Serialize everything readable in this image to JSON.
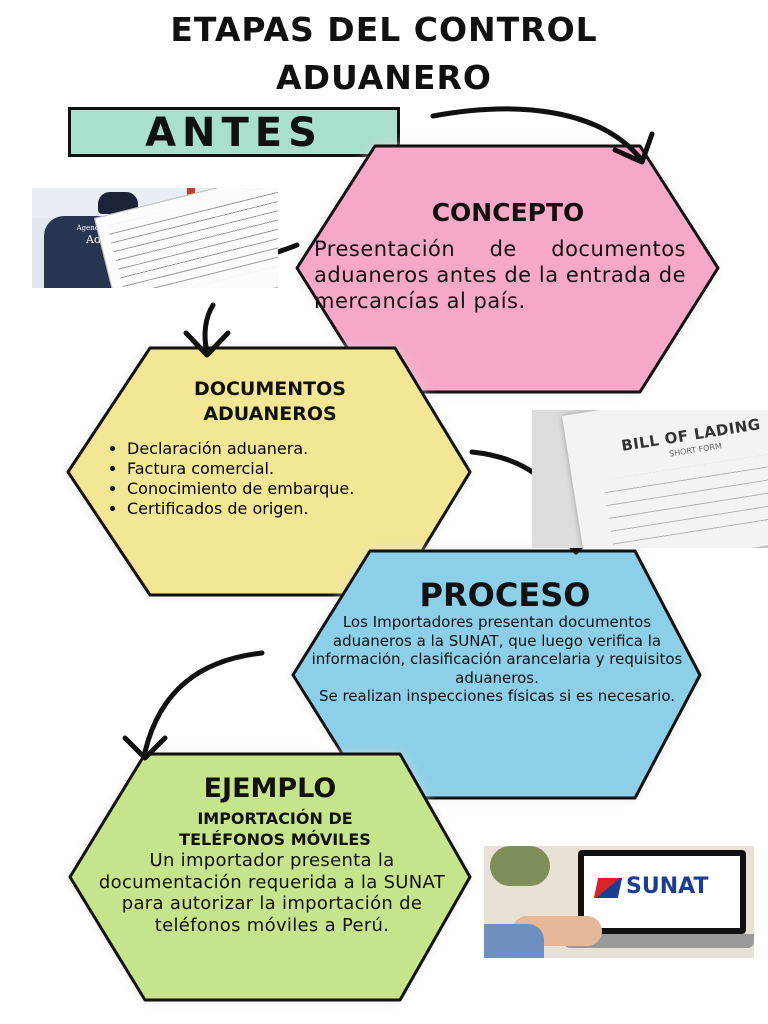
{
  "title": {
    "line1": "ETAPAS DEL CONTROL",
    "line2": "ADUANERO"
  },
  "antes": "ANTES",
  "concepto": {
    "heading": "CONCEPTO",
    "text": "Presentación de documentos aduaneros antes de la entrada de mercancías al país."
  },
  "documentos": {
    "heading_line1": "DOCUMENTOS",
    "heading_line2": "ADUANEROS",
    "items": [
      "Declaración aduanera.",
      "Factura comercial.",
      "Conocimiento de embarque.",
      "Certificados de origen."
    ]
  },
  "proceso": {
    "heading": "PROCESO",
    "text1": "Los Importadores presentan documentos aduaneros a la SUNAT, que luego verifica la información, clasificación arancelaria y requisitos aduaneros.",
    "text2": "Se realizan inspecciones físicas si es necesario."
  },
  "ejemplo": {
    "heading": "EJEMPLO",
    "subheading_line1": "IMPORTACIÓN DE",
    "subheading_line2": "TELÉFONOS MÓVILES",
    "text": "Un importador presenta la documentación requerida a la SUNAT para autorizar la importación de teléfonos móviles a Perú."
  },
  "photos": {
    "aduanas_vest_line1": "Agencia Tributaria",
    "aduanas_vest_line2": "Aduanas",
    "bill_line1": "BILL OF LADING",
    "bill_line2": "SHORT FORM",
    "sunat_logo": "SUNAT"
  },
  "colors": {
    "concepto": "#f7a8c8",
    "documentos": "#f3e694",
    "proceso": "#8ccfe9",
    "ejemplo": "#c6e48b",
    "antes": "#a8dfcf"
  }
}
